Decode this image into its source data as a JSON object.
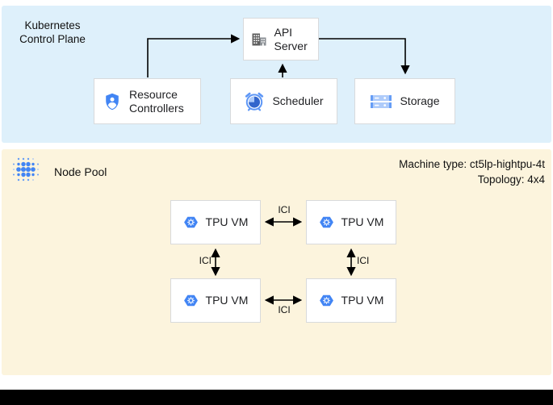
{
  "control_plane": {
    "title_line1": "Kubernetes",
    "title_line2": "Control Plane",
    "api_server_label": "API Server",
    "resource_controllers_label": "Resource Controllers",
    "scheduler_label": "Scheduler",
    "storage_label": "Storage"
  },
  "node_pool": {
    "title": "Node Pool",
    "machine_type": "Machine type: ct5lp-hightpu-4t",
    "topology": "Topology: 4x4",
    "vms": [
      {
        "label": "TPU VM"
      },
      {
        "label": "TPU VM"
      },
      {
        "label": "TPU VM"
      },
      {
        "label": "TPU VM"
      }
    ],
    "links": [
      {
        "label": "ICI"
      },
      {
        "label": "ICI"
      },
      {
        "label": "ICI"
      },
      {
        "label": "ICI"
      }
    ]
  },
  "icons": {
    "api_server": "building-icon",
    "resource_controllers": "shield-person-icon",
    "scheduler": "alarm-clock-icon",
    "storage": "server-stack-icon",
    "tpu_vm": "gke-hexagon-gear-icon",
    "node_pool": "dot-cluster-icon"
  },
  "colors": {
    "control_plane_bg": "#DEF0FB",
    "node_pool_bg": "#FCF4DD",
    "google_blue": "#4285F4",
    "light_blue": "#AECBFA",
    "mid_blue": "#5E97F6",
    "dark_blue": "#3366CC",
    "icon_gray": "#616161",
    "box_border": "#D8DADC",
    "arrow": "#000000",
    "footer_bar": "#000000"
  }
}
